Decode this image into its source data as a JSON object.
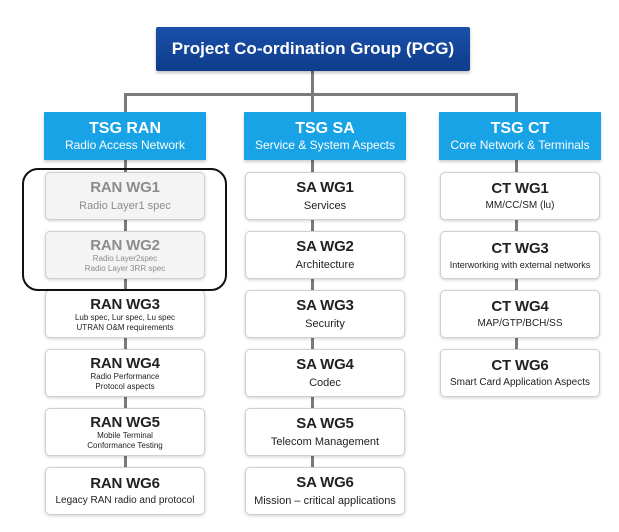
{
  "pcg": {
    "label": "Project Co-ordination Group (PCG)"
  },
  "tsgs": [
    {
      "title": "TSG RAN",
      "subtitle": "Radio Access Network"
    },
    {
      "title": "TSG SA",
      "subtitle": "Service & System Aspects"
    },
    {
      "title": "TSG CT",
      "subtitle": "Core Network & Terminals"
    }
  ],
  "ran_wgs": [
    {
      "title": "RAN WG1",
      "lines": [
        "Radio Layer1 spec"
      ]
    },
    {
      "title": "RAN WG2",
      "lines": [
        "Radio Layer2spec",
        "Radio Layer 3RR spec"
      ]
    },
    {
      "title": "RAN WG3",
      "lines": [
        "Lub spec, Lur spec, Lu spec",
        "UTRAN O&M requirements"
      ]
    },
    {
      "title": "RAN WG4",
      "lines": [
        "Radio Performance",
        "Protocol aspects"
      ]
    },
    {
      "title": "RAN WG5",
      "lines": [
        "Mobile Terminal",
        "Conformance Testing"
      ]
    },
    {
      "title": "RAN WG6",
      "lines": [
        "Legacy RAN radio and protocol"
      ]
    }
  ],
  "sa_wgs": [
    {
      "title": "SA WG1",
      "lines": [
        "Services"
      ]
    },
    {
      "title": "SA WG2",
      "lines": [
        "Architecture"
      ]
    },
    {
      "title": "SA WG3",
      "lines": [
        "Security"
      ]
    },
    {
      "title": "SA WG4",
      "lines": [
        "Codec"
      ]
    },
    {
      "title": "SA WG5",
      "lines": [
        "Telecom Management"
      ]
    },
    {
      "title": "SA WG6",
      "lines": [
        "Mission – critical applications"
      ]
    }
  ],
  "ct_wgs": [
    {
      "title": "CT WG1",
      "lines": [
        "MM/CC/SM (lu)"
      ]
    },
    {
      "title": "CT WG3",
      "lines": [
        "Interworking with external networks"
      ]
    },
    {
      "title": "CT WG4",
      "lines": [
        "MAP/GTP/BCH/SS"
      ]
    },
    {
      "title": "CT WG6",
      "lines": [
        "Smart Card Application Aspects"
      ]
    }
  ],
  "colors": {
    "pcg": "#124496",
    "tsg": "#17a3e6",
    "connector": "#7a7a7a",
    "highlight": "#111111"
  }
}
